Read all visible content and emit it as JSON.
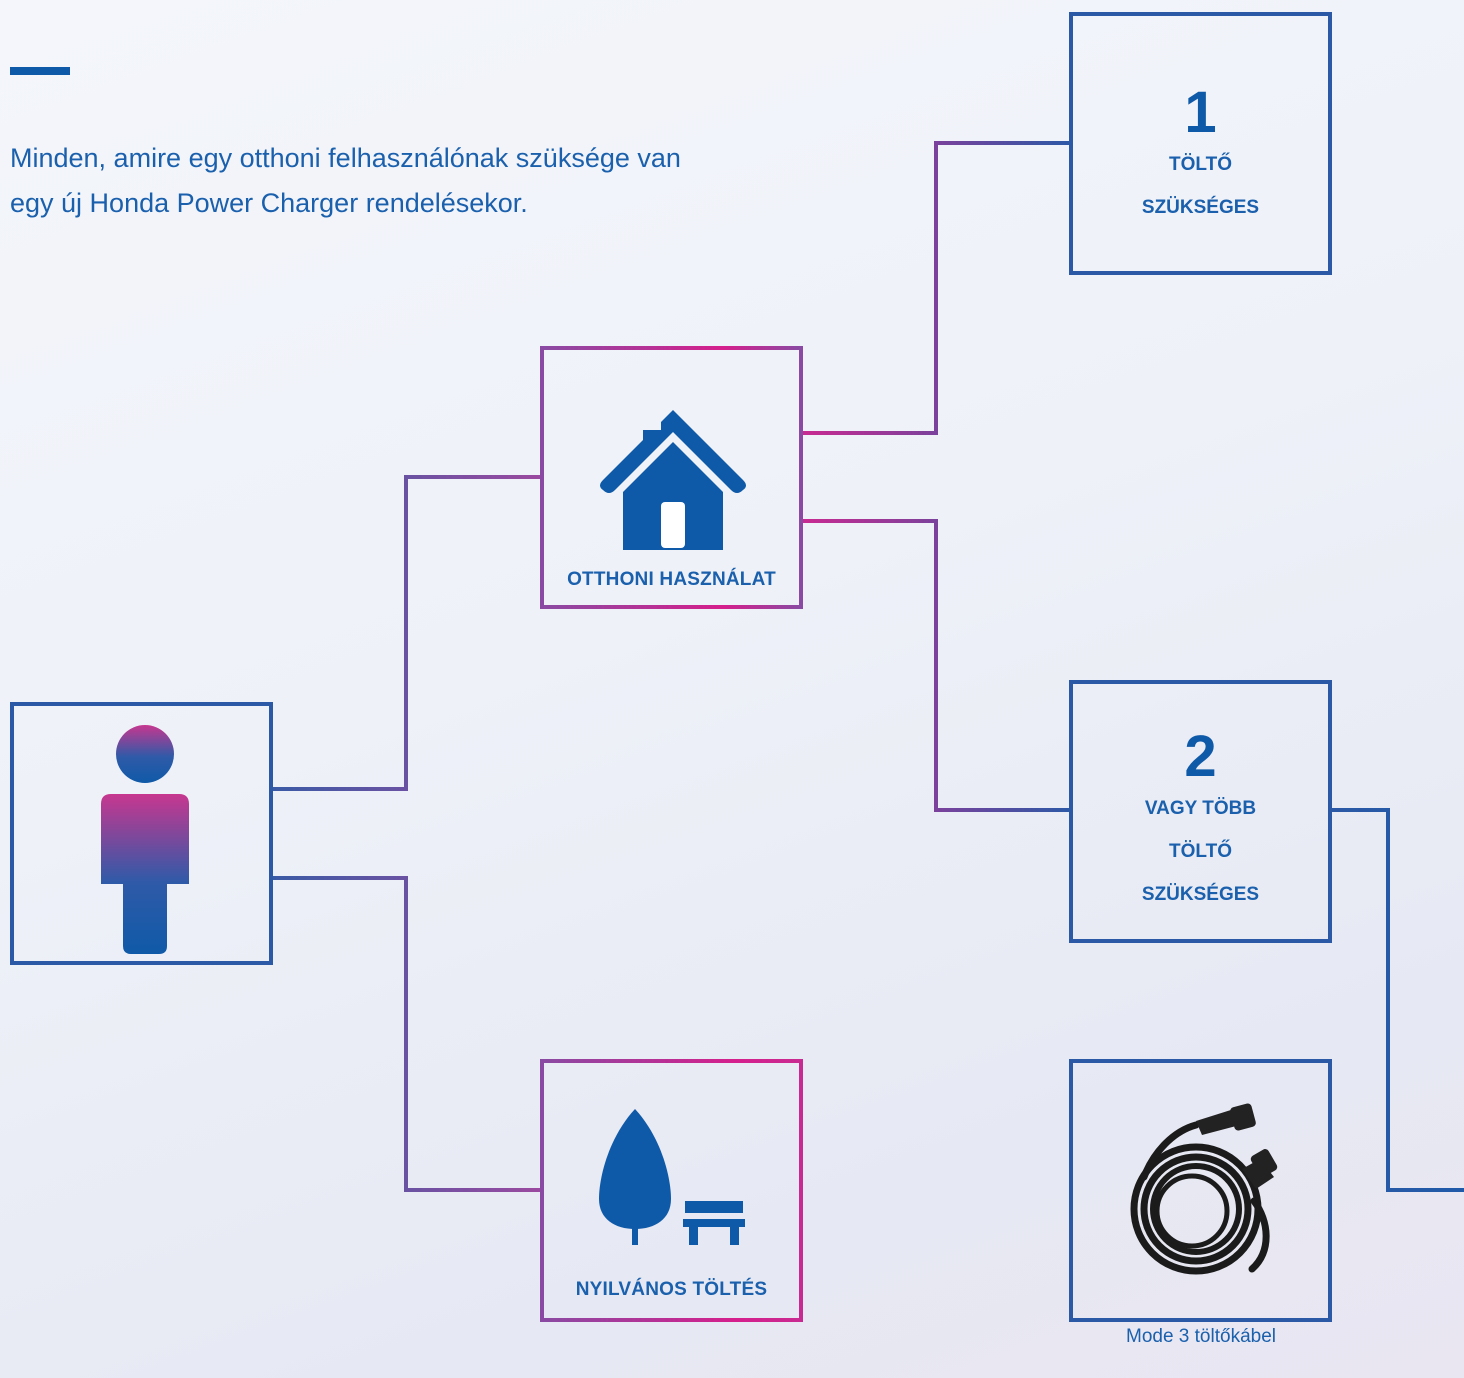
{
  "intro": {
    "line1": "Minden, amire egy otthoni felhasználónak szüksége van",
    "line2": "egy új Honda Power Charger rendelésekor."
  },
  "boxes": {
    "home": {
      "label": "OTTHONI HASZNÁLAT",
      "icon": "house-icon"
    },
    "public": {
      "label": "NYILVÁNOS TÖLTÉS",
      "icon": "tree-bench-icon"
    },
    "one": {
      "number": "1",
      "line1": "TÖLTŐ",
      "line2": "SZÜKSÉGES"
    },
    "two": {
      "number": "2",
      "line1": "VAGY TÖBB",
      "line2": "TÖLTŐ",
      "line3": "SZÜKSÉGES"
    },
    "cable": {
      "caption": "Mode 3 töltőkábel",
      "icon": "charging-cable-icon"
    },
    "user": {
      "icon": "person-icon"
    }
  },
  "colors": {
    "blue": "#0f5aa8",
    "magenta": "#d51f8c",
    "purple": "#7a4ea3",
    "border_blue": "#2c59a6"
  }
}
